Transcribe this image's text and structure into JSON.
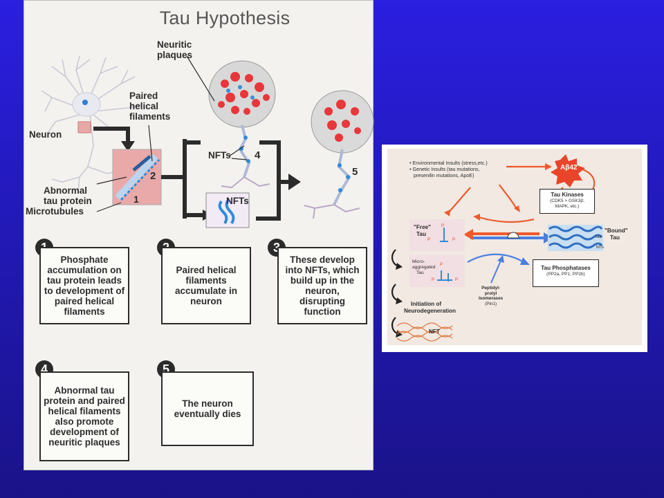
{
  "left": {
    "title": "Tau Hypothesis",
    "labels": {
      "neuritic_plaques": [
        "Neuritic",
        "plaques"
      ],
      "paired_helical": [
        "Paired",
        "helical",
        "filaments"
      ],
      "neuron": "Neuron",
      "abnormal_tau": [
        "Abnormal",
        "tau protein"
      ],
      "microtubules": "Microtubules",
      "nfts_top": "NFTs",
      "nfts_box": "NFTs"
    },
    "diagram_numbers": [
      "1",
      "2",
      "4",
      "5"
    ],
    "steps": [
      {
        "num": "1",
        "text": "Phosphate accumulation on tau protein leads to development of paired helical filaments"
      },
      {
        "num": "2",
        "text": "Paired helical filaments accumulate in neuron"
      },
      {
        "num": "3",
        "text": "These develop into NFTs, which build up in the neuron, disrupting function"
      },
      {
        "num": "4",
        "text": "Abnormal tau protein and paired helical filaments also promote development of neuritic plaques"
      },
      {
        "num": "5",
        "text": "The neuron eventually dies"
      }
    ]
  },
  "right": {
    "insults": [
      "Environmental Insults (stress,etc.)",
      "Genetic Insults (tau mutations,",
      "presenilin mutations, ApoE)"
    ],
    "abeta": "Aβ42",
    "kinases_title": "Tau Kinases",
    "kinases_sub": [
      "(CDK5 > GSK3β;",
      "MAPK, etc.)"
    ],
    "free_tau": [
      "\"Free\"",
      "Tau"
    ],
    "bound_tau": [
      "\"Bound\"",
      "Tau"
    ],
    "tau_small": "Tau",
    "mts": "MTs",
    "micro_tau": [
      "Micro-",
      "aggregated",
      "Tau"
    ],
    "phosphatases_title": "Tau Phosphatases",
    "phosphatases_sub": "(PP2a, PP1, PP2b)",
    "isomerase": [
      "Peptidyl-",
      "prolyl",
      "Isomerases"
    ],
    "pin1": "(Pin1)",
    "initiation": [
      "Initiation of",
      "Neurodegeneration"
    ],
    "nft": "NFT",
    "p_label": "P"
  },
  "colors": {
    "background_top": "#2b1fe0",
    "background_bottom": "#1a1388",
    "arrow_orange": "#ee5a2c",
    "arrow_blue": "#4a7fe0",
    "abeta_red": "#e8452a",
    "tau_blue": "#2f8ad8"
  }
}
